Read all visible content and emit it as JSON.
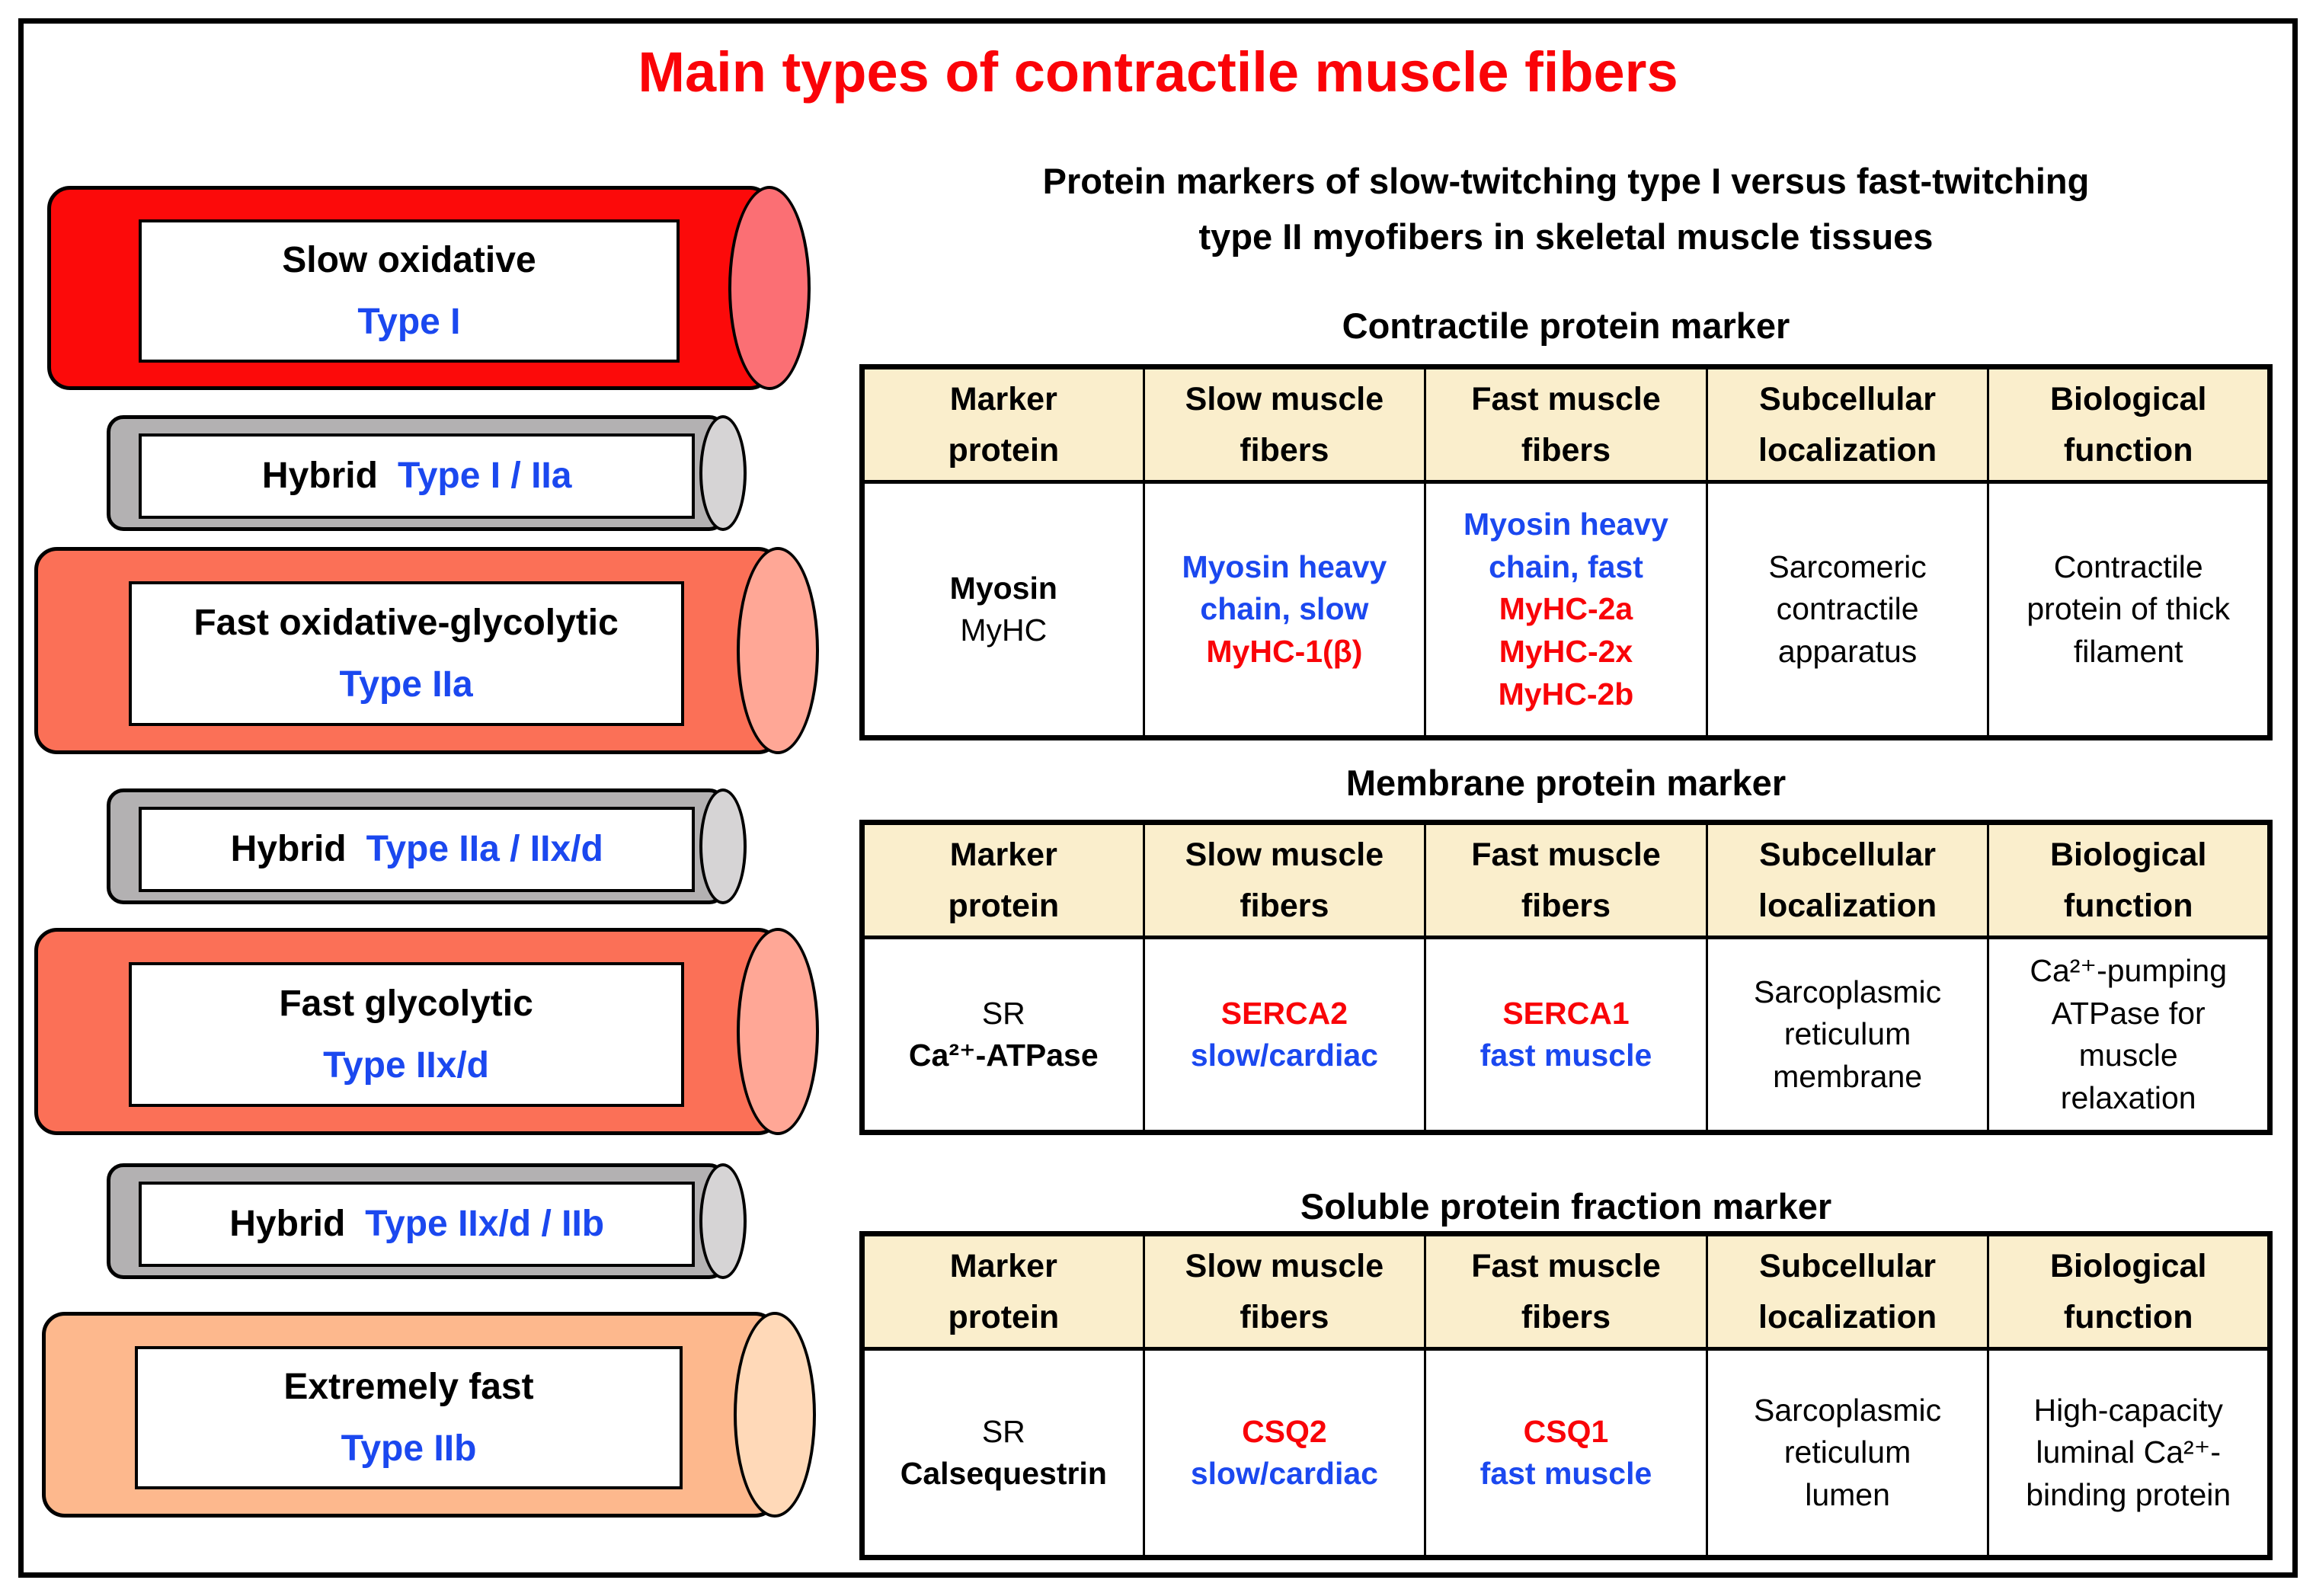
{
  "title": "Main types of contractile muscle fibers",
  "subtitle": {
    "line1": "Protein markers of slow-twitching type I versus fast-twitching",
    "line2": "type II myofibers in skeletal muscle tissues"
  },
  "colors": {
    "title": "#fa0308",
    "text_blue": "#1b48ef",
    "text_red": "#f90408",
    "header_bg": "#faeecc",
    "cyl_red": "#fc0a0a",
    "cyl_red_end": "#fb6f74",
    "cyl_gray": "#b3b1b2",
    "cyl_gray_end": "#d6d4d5",
    "cyl_salmon": "#fb7057",
    "cyl_salmon_end": "#ffa796",
    "cyl_peach": "#fdb88d",
    "cyl_peach_end": "#ffd9b8"
  },
  "fibers": [
    {
      "name": "Slow oxidative",
      "type": "Type I"
    },
    {
      "name": "Hybrid",
      "type": "Type I / IIa"
    },
    {
      "name": "Fast oxidative-glycolytic",
      "type": "Type IIa"
    },
    {
      "name": "Hybrid",
      "type": "Type IIa / IIx/d"
    },
    {
      "name": "Fast glycolytic",
      "type": "Type IIx/d"
    },
    {
      "name": "Hybrid",
      "type": "Type IIx/d / IIb"
    },
    {
      "name": "Extremely fast",
      "type": "Type IIb"
    }
  ],
  "table_headers": [
    [
      "Marker",
      "protein"
    ],
    [
      "Slow muscle",
      "fibers"
    ],
    [
      "Fast muscle",
      "fibers"
    ],
    [
      "Subcellular",
      "localization"
    ],
    [
      "Biological",
      "function"
    ]
  ],
  "tables": [
    {
      "heading": "Contractile protein marker",
      "cells": [
        {
          "lines": [
            {
              "t": "Myosin",
              "b": true
            },
            {
              "t": "MyHC"
            }
          ]
        },
        {
          "lines": [
            {
              "t": "Myosin heavy",
              "c": "blue",
              "b": true
            },
            {
              "t": "chain, slow",
              "c": "blue",
              "b": true
            },
            {
              "t": "MyHC-1(β)",
              "c": "red",
              "b": true
            }
          ]
        },
        {
          "lines": [
            {
              "t": "Myosin heavy",
              "c": "blue",
              "b": true
            },
            {
              "t": "chain, fast",
              "c": "blue",
              "b": true
            },
            {
              "t": "MyHC-2a",
              "c": "red",
              "b": true
            },
            {
              "t": "MyHC-2x",
              "c": "red",
              "b": true
            },
            {
              "t": "MyHC-2b",
              "c": "red",
              "b": true
            }
          ]
        },
        {
          "lines": [
            {
              "t": "Sarcomeric"
            },
            {
              "t": "contractile"
            },
            {
              "t": "apparatus"
            }
          ]
        },
        {
          "lines": [
            {
              "t": "Contractile"
            },
            {
              "t": "protein of thick"
            },
            {
              "t": "filament"
            }
          ]
        }
      ]
    },
    {
      "heading": "Membrane protein marker",
      "cells": [
        {
          "lines": [
            {
              "t": "SR"
            },
            {
              "t": "Ca²⁺-ATPase",
              "b": true
            }
          ]
        },
        {
          "lines": [
            {
              "t": "SERCA2",
              "c": "red",
              "b": true
            },
            {
              "t": "slow/cardiac",
              "c": "blue",
              "b": true
            }
          ]
        },
        {
          "lines": [
            {
              "t": "SERCA1",
              "c": "red",
              "b": true
            },
            {
              "t": "fast muscle",
              "c": "blue",
              "b": true
            }
          ]
        },
        {
          "lines": [
            {
              "t": "Sarcoplasmic"
            },
            {
              "t": "reticulum"
            },
            {
              "t": "membrane"
            }
          ]
        },
        {
          "lines": [
            {
              "t": "Ca²⁺-pumping"
            },
            {
              "t": "ATPase for"
            },
            {
              "t": "muscle"
            },
            {
              "t": "relaxation"
            }
          ]
        }
      ]
    },
    {
      "heading": "Soluble protein fraction marker",
      "cells": [
        {
          "lines": [
            {
              "t": "SR"
            },
            {
              "t": "Calsequestrin",
              "b": true
            }
          ]
        },
        {
          "lines": [
            {
              "t": "CSQ2",
              "c": "red",
              "b": true
            },
            {
              "t": "slow/cardiac",
              "c": "blue",
              "b": true
            }
          ]
        },
        {
          "lines": [
            {
              "t": "CSQ1",
              "c": "red",
              "b": true
            },
            {
              "t": "fast muscle",
              "c": "blue",
              "b": true
            }
          ]
        },
        {
          "lines": [
            {
              "t": "Sarcoplasmic"
            },
            {
              "t": "reticulum"
            },
            {
              "t": "lumen"
            }
          ]
        },
        {
          "lines": [
            {
              "t": "High-capacity"
            },
            {
              "t": "luminal Ca²⁺-"
            },
            {
              "t": "binding protein"
            }
          ]
        }
      ]
    }
  ]
}
